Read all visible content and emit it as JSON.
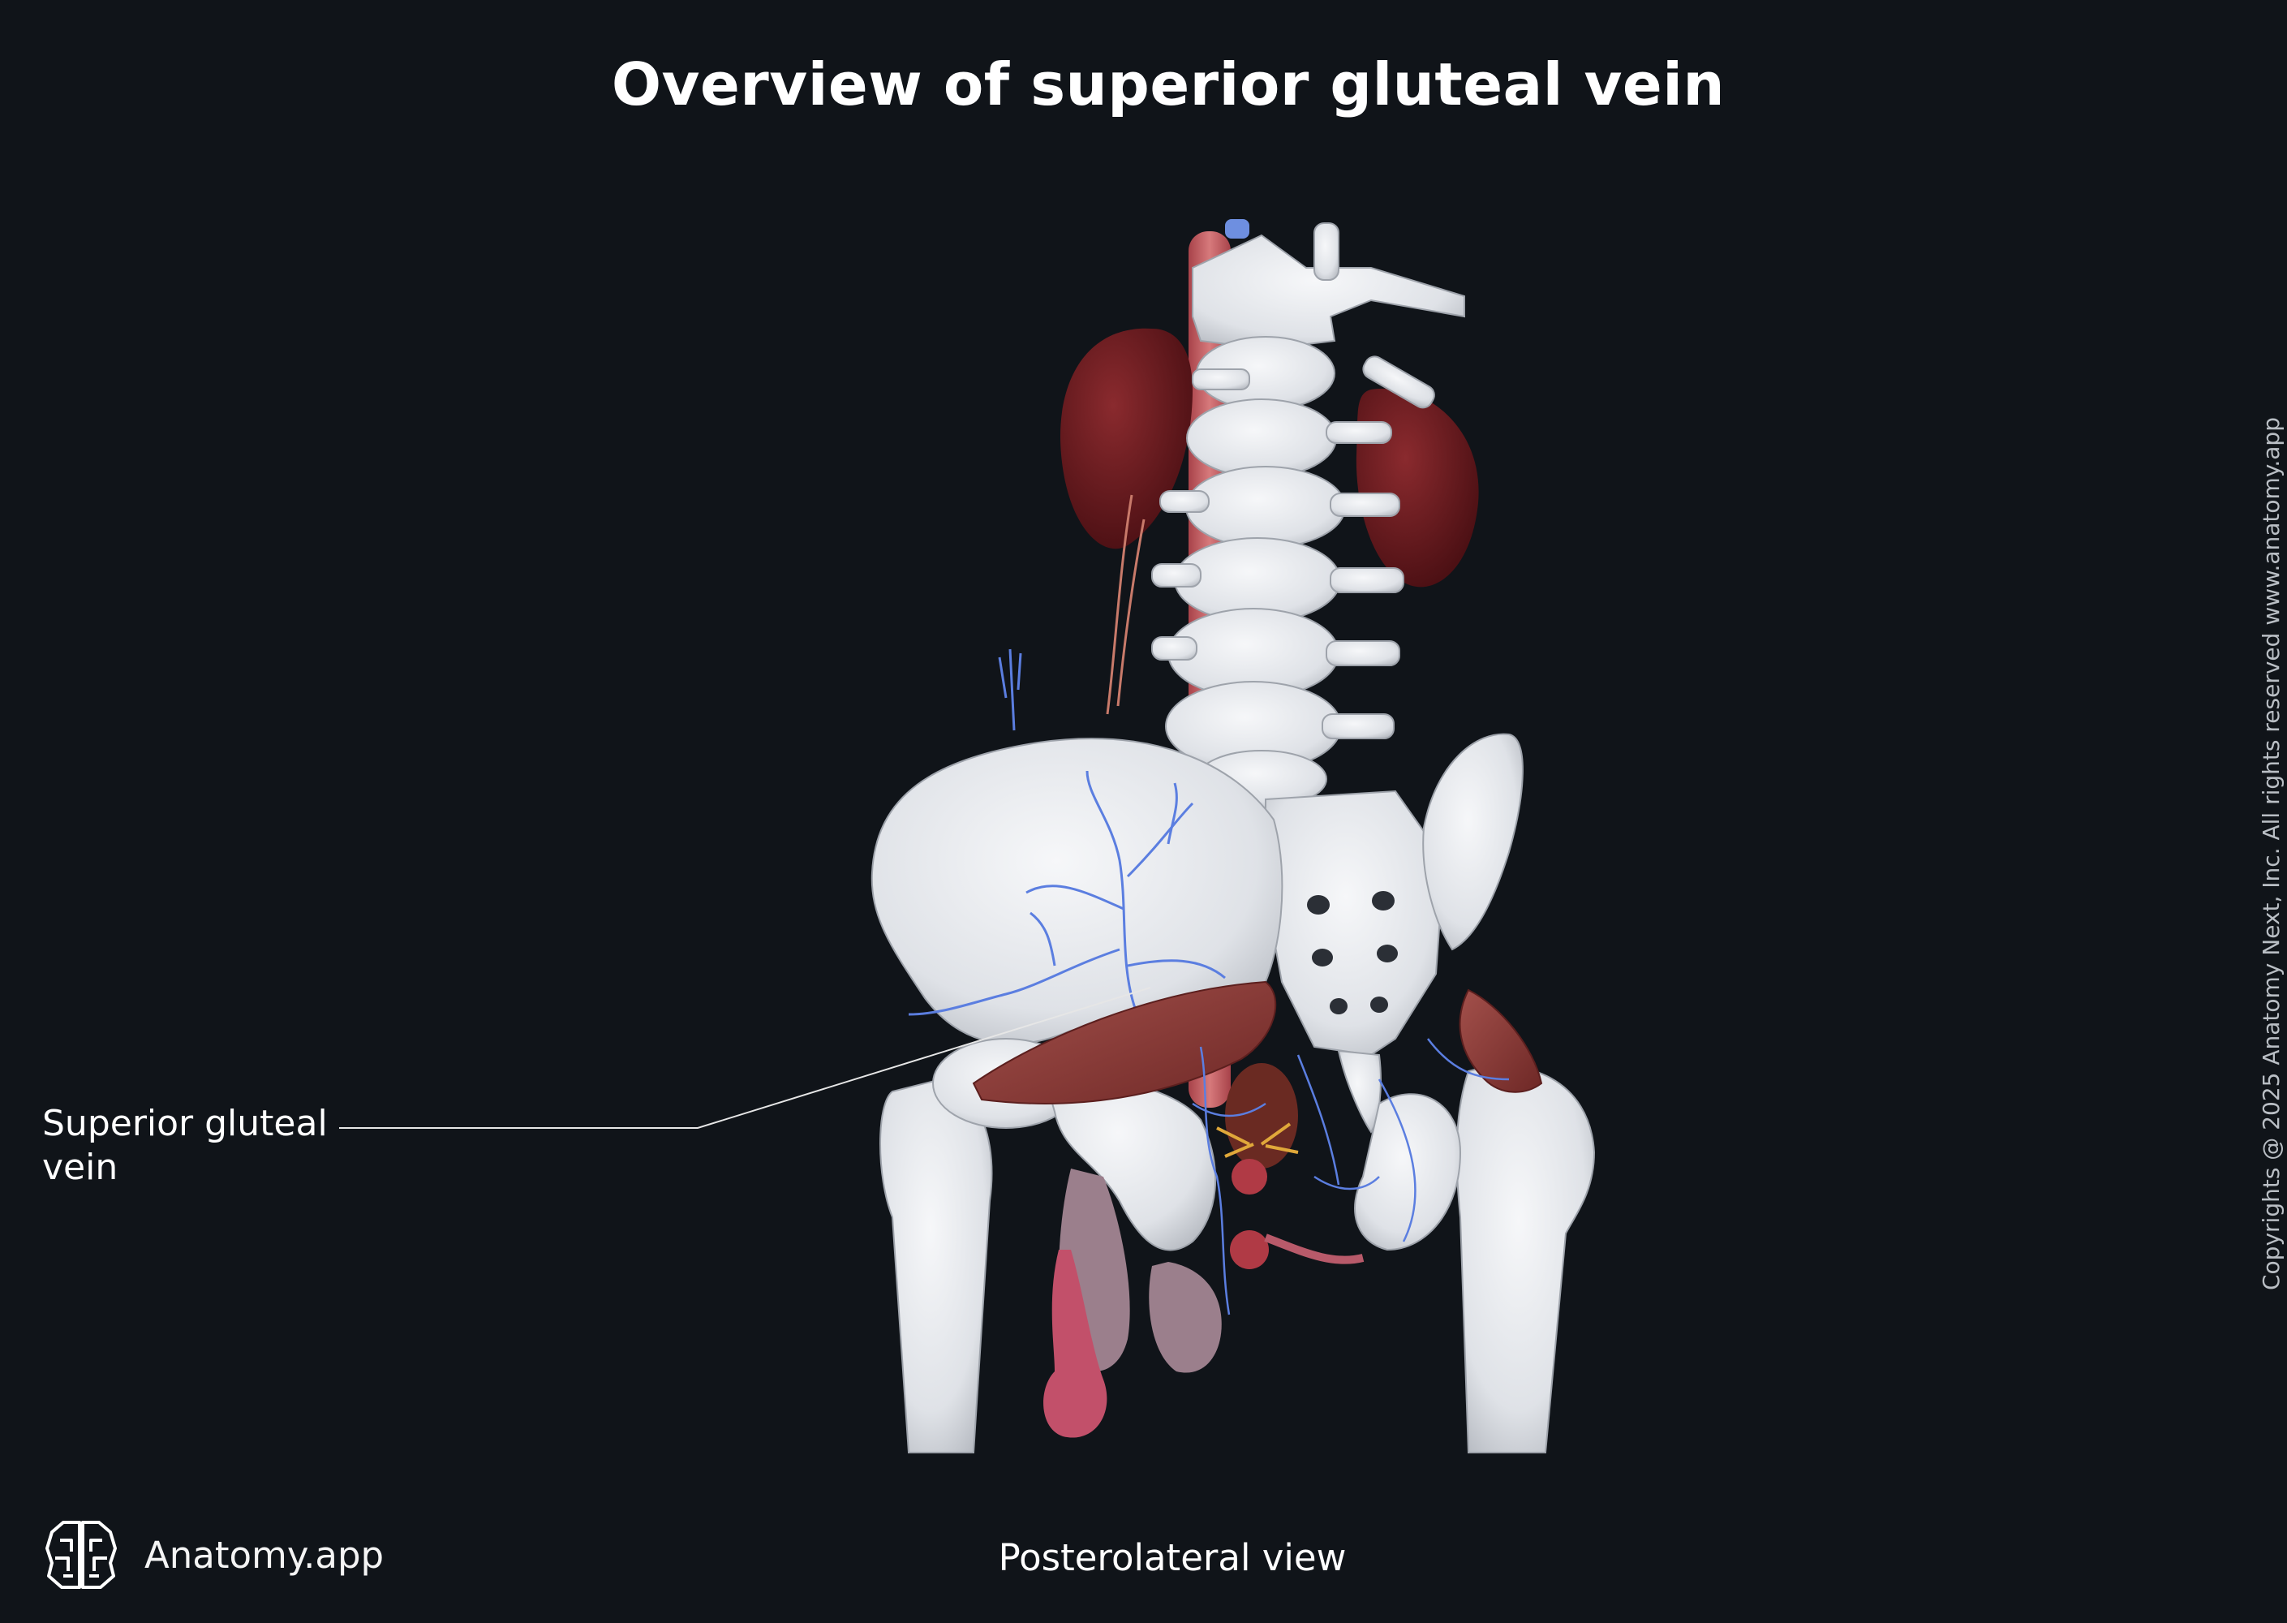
{
  "header": {
    "title": "Overview of superior gluteal vein"
  },
  "figure": {
    "subject": "superior-gluteal-vein-anatomy-figure",
    "view": "Posterolateral view"
  },
  "annotations": [
    {
      "label": "Superior gluteal\nvein"
    }
  ],
  "brand": {
    "name": "Anatomy.app",
    "logo_icon": "brain-icon"
  },
  "copyright": "Copyrights @ 2025 Anatomy Next, Inc. All rights reserved www.anatomy.app",
  "colors": {
    "background": "#101419",
    "bone": "#e9ebef",
    "muscle": "#8e3a37",
    "kidney": "#6a1a1e",
    "vein": "#5b7ee0",
    "artery": "#c35a5a"
  }
}
